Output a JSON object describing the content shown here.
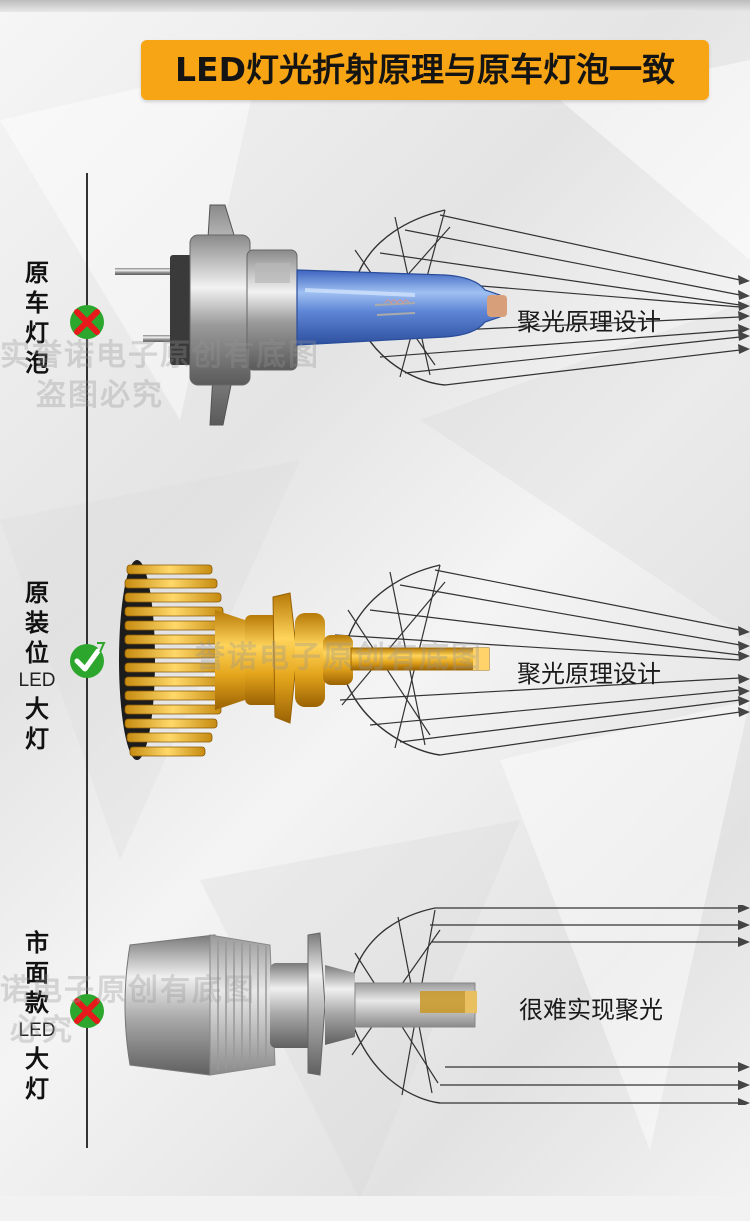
{
  "title": "LED灯光折射原理与原车灯泡一致",
  "rows": [
    {
      "label_lines": [
        "原",
        "车",
        "灯",
        "泡"
      ],
      "status": "cross",
      "caption": "聚光原理设计",
      "bulb": "halogen-bulb"
    },
    {
      "label_lines": [
        "原",
        "装",
        "位",
        "LED",
        "大",
        "灯"
      ],
      "status": "check",
      "caption": "聚光原理设计",
      "bulb": "gold-led-bulb"
    },
    {
      "label_lines": [
        "市",
        "面",
        "款",
        "LED",
        "大",
        "灯"
      ],
      "status": "cross",
      "caption": "很难实现聚光",
      "bulb": "market-led-bulb"
    }
  ],
  "watermarks": {
    "w1": "实誉诺电子原创有底图",
    "w2": "盗图必究",
    "w3": "誉诺电子原创有底图",
    "w4": "诺电子原创有底图",
    "w5": "必究"
  },
  "colors": {
    "banner": "#f7a515",
    "cross": "#e8191b",
    "check": "#2ca62c",
    "gold": "#e4a51c",
    "glass_blue": "#5f86d6"
  }
}
